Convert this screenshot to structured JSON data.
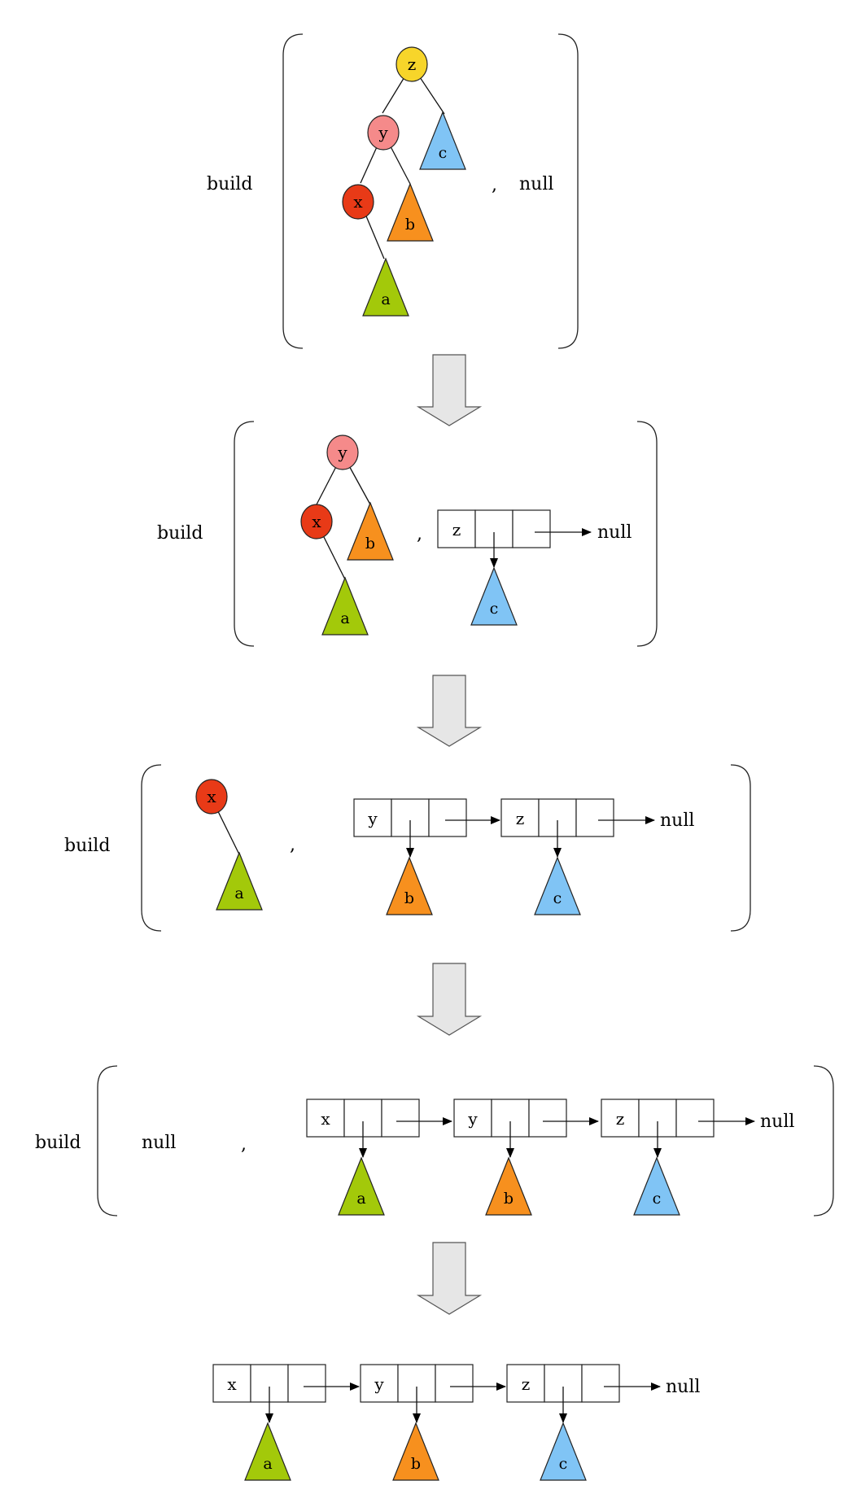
{
  "build_label": "build",
  "null_label": "null",
  "comma": ",",
  "colors": {
    "z_node": "#f7d52a",
    "y_node": "#f58a8a",
    "x_node": "#e83a17",
    "a_tri": "#a3c90a",
    "b_tri": "#f7901e",
    "c_tri": "#80c4f5",
    "arrow_fill": "#e6e6e6"
  },
  "labels": {
    "x": "x",
    "y": "y",
    "z": "z",
    "a": "a",
    "b": "b",
    "c": "c"
  }
}
